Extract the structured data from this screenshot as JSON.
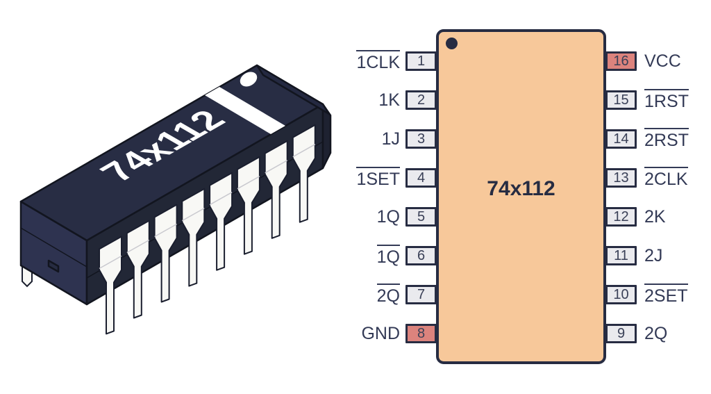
{
  "illustration": {
    "chip_marking": "74x112",
    "package": "DIP-16 isometric drawing",
    "body_color": "#272C42",
    "pin_color": "#F8F8F5"
  },
  "pinout": {
    "chip_label": "74x112",
    "colors": {
      "body": "#F7C89A",
      "pin_box": "#EAEAEE",
      "power_pin": "#DC837D",
      "outline": "#272C42",
      "label_text": "#333A56"
    },
    "left_pins": [
      {
        "number": "1",
        "label": "1CLK",
        "overline": true,
        "power": false
      },
      {
        "number": "2",
        "label": "1K",
        "overline": false,
        "power": false
      },
      {
        "number": "3",
        "label": "1J",
        "overline": false,
        "power": false
      },
      {
        "number": "4",
        "label": "1SET",
        "overline": true,
        "power": false
      },
      {
        "number": "5",
        "label": "1Q",
        "overline": false,
        "power": false
      },
      {
        "number": "6",
        "label": "1Q",
        "overline": true,
        "power": false
      },
      {
        "number": "7",
        "label": "2Q",
        "overline": true,
        "power": false
      },
      {
        "number": "8",
        "label": "GND",
        "overline": false,
        "power": true
      }
    ],
    "right_pins": [
      {
        "number": "16",
        "label": "VCC",
        "overline": false,
        "power": true
      },
      {
        "number": "15",
        "label": "1RST",
        "overline": true,
        "power": false
      },
      {
        "number": "14",
        "label": "2RST",
        "overline": true,
        "power": false
      },
      {
        "number": "13",
        "label": "2CLK",
        "overline": true,
        "power": false
      },
      {
        "number": "12",
        "label": "2K",
        "overline": false,
        "power": false
      },
      {
        "number": "11",
        "label": "2J",
        "overline": false,
        "power": false
      },
      {
        "number": "10",
        "label": "2SET",
        "overline": true,
        "power": false
      },
      {
        "number": "9",
        "label": "2Q",
        "overline": false,
        "power": false
      }
    ]
  }
}
